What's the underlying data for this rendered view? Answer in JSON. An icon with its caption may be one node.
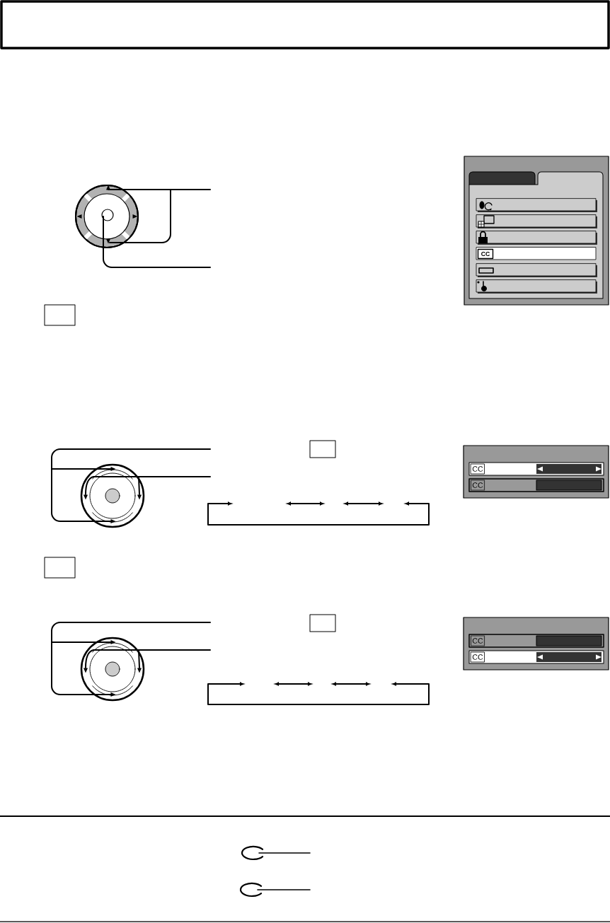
{
  "diagram": {
    "labels": [
      "CC",
      "CC",
      "CC",
      "CC",
      "CC"
    ]
  }
}
